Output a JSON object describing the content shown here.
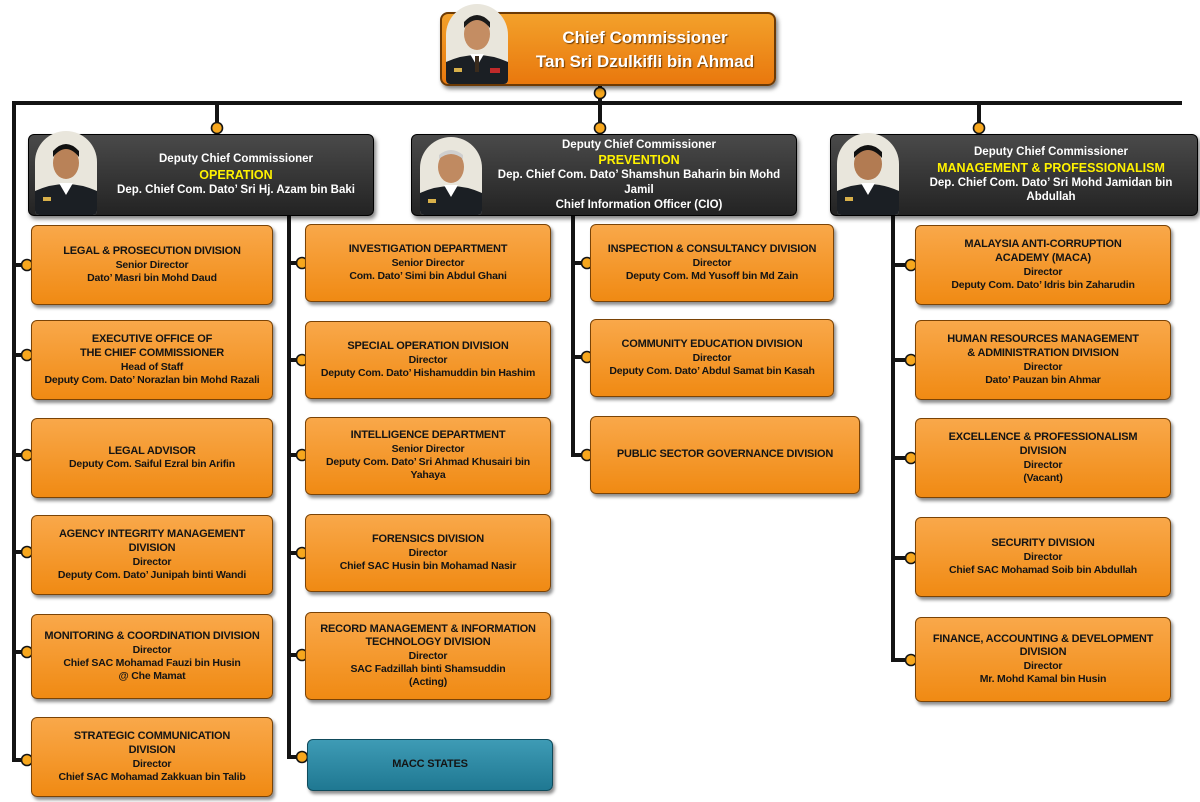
{
  "chief": {
    "title": "Chief Commissioner",
    "name": "Tan Sri Dzulkifli bin Ahmad"
  },
  "deputies": [
    {
      "title": "Deputy Chief Commissioner",
      "dept": "OPERATION",
      "name": "Dep. Chief Com. Dato’ Sri Hj. Azam bin Baki",
      "extra": ""
    },
    {
      "title": "Deputy Chief Commissioner",
      "dept": "PREVENTION",
      "name": "Dep. Chief Com. Dato’ Shamshun Baharin bin Mohd Jamil",
      "extra": "Chief Information Officer (CIO)"
    },
    {
      "title": "Deputy Chief Commissioner",
      "dept": "MANAGEMENT & PROFESSIONALISM",
      "name": "Dep. Chief Com. Dato’ Sri Mohd Jamidan bin Abdullah",
      "extra": ""
    }
  ],
  "operation_left": [
    {
      "title": "LEGAL & PROSECUTION DIVISION",
      "role": "Senior Director",
      "person": "Dato’ Masri bin Mohd Daud"
    },
    {
      "title": "EXECUTIVE OFFICE OF\nTHE CHIEF COMMISSIONER",
      "role": "Head of Staff",
      "person": "Deputy Com. Dato’ Norazlan bin Mohd Razali"
    },
    {
      "title": "LEGAL ADVISOR",
      "role": "",
      "person": "Deputy Com. Saiful Ezral bin Arifin"
    },
    {
      "title": "AGENCY INTEGRITY MANAGEMENT\nDIVISION",
      "role": "Director",
      "person": "Deputy Com. Dato’ Junipah binti Wandi"
    },
    {
      "title": "MONITORING & COORDINATION DIVISION",
      "role": "Director",
      "person": "Chief SAC Mohamad Fauzi bin Husin\n@ Che Mamat"
    },
    {
      "title": "STRATEGIC COMMUNICATION\nDIVISION",
      "role": "Director",
      "person": "Chief SAC Mohamad Zakkuan bin Talib"
    }
  ],
  "operation_right": [
    {
      "title": "INVESTIGATION DEPARTMENT",
      "role": "Senior Director",
      "person": "Com. Dato’ Simi bin Abdul Ghani"
    },
    {
      "title": "SPECIAL OPERATION DIVISION",
      "role": "Director",
      "person": "Deputy Com. Dato’ Hishamuddin bin Hashim"
    },
    {
      "title": "INTELLIGENCE DEPARTMENT",
      "role": "Senior Director",
      "person": "Deputy Com. Dato’ Sri Ahmad Khusairi bin Yahaya"
    },
    {
      "title": "FORENSICS DIVISION",
      "role": "Director",
      "person": "Chief SAC Husin bin Mohamad Nasir"
    },
    {
      "title": "RECORD MANAGEMENT & INFORMATION\nTECHNOLOGY DIVISION",
      "role": "Director",
      "person": "SAC Fadzillah binti Shamsuddin\n(Acting)"
    },
    {
      "title": "MACC STATES",
      "role": "",
      "person": ""
    }
  ],
  "prevention": [
    {
      "title": "INSPECTION & CONSULTANCY DIVISION",
      "role": "Director",
      "person": "Deputy Com. Md Yusoff bin Md Zain"
    },
    {
      "title": "COMMUNITY EDUCATION DIVISION",
      "role": "Director",
      "person": "Deputy Com. Dato’ Abdul Samat bin Kasah"
    },
    {
      "title": "PUBLIC SECTOR GOVERNANCE DIVISION",
      "role": "",
      "person": ""
    }
  ],
  "management": [
    {
      "title": "MALAYSIA ANTI-CORRUPTION\nACADEMY (MACA)",
      "role": "Director",
      "person": "Deputy Com. Dato’ Idris bin Zaharudin"
    },
    {
      "title": "HUMAN RESOURCES MANAGEMENT\n& ADMINISTRATION DIVISION",
      "role": "Director",
      "person": "Dato’ Pauzan bin Ahmar"
    },
    {
      "title": "EXCELLENCE & PROFESSIONALISM\nDIVISION",
      "role": "Director",
      "person": "(Vacant)"
    },
    {
      "title": "SECURITY DIVISION",
      "role": "Director",
      "person": "Chief SAC Mohamad Soib bin Abdullah"
    },
    {
      "title": "FINANCE, ACCOUNTING & DEVELOPMENT\nDIVISION",
      "role": "Director",
      "person": "Mr. Mohd Kamal bin Husin"
    }
  ],
  "colors": {
    "box": "#f39a2a",
    "state_box": "#2f8aa6",
    "deputy_box": "#2f2f2f",
    "accent_text": "#fff200",
    "connector": "#141414",
    "dot": "#f7a71d"
  },
  "icons": {
    "photo": "officer-portrait-icon"
  }
}
